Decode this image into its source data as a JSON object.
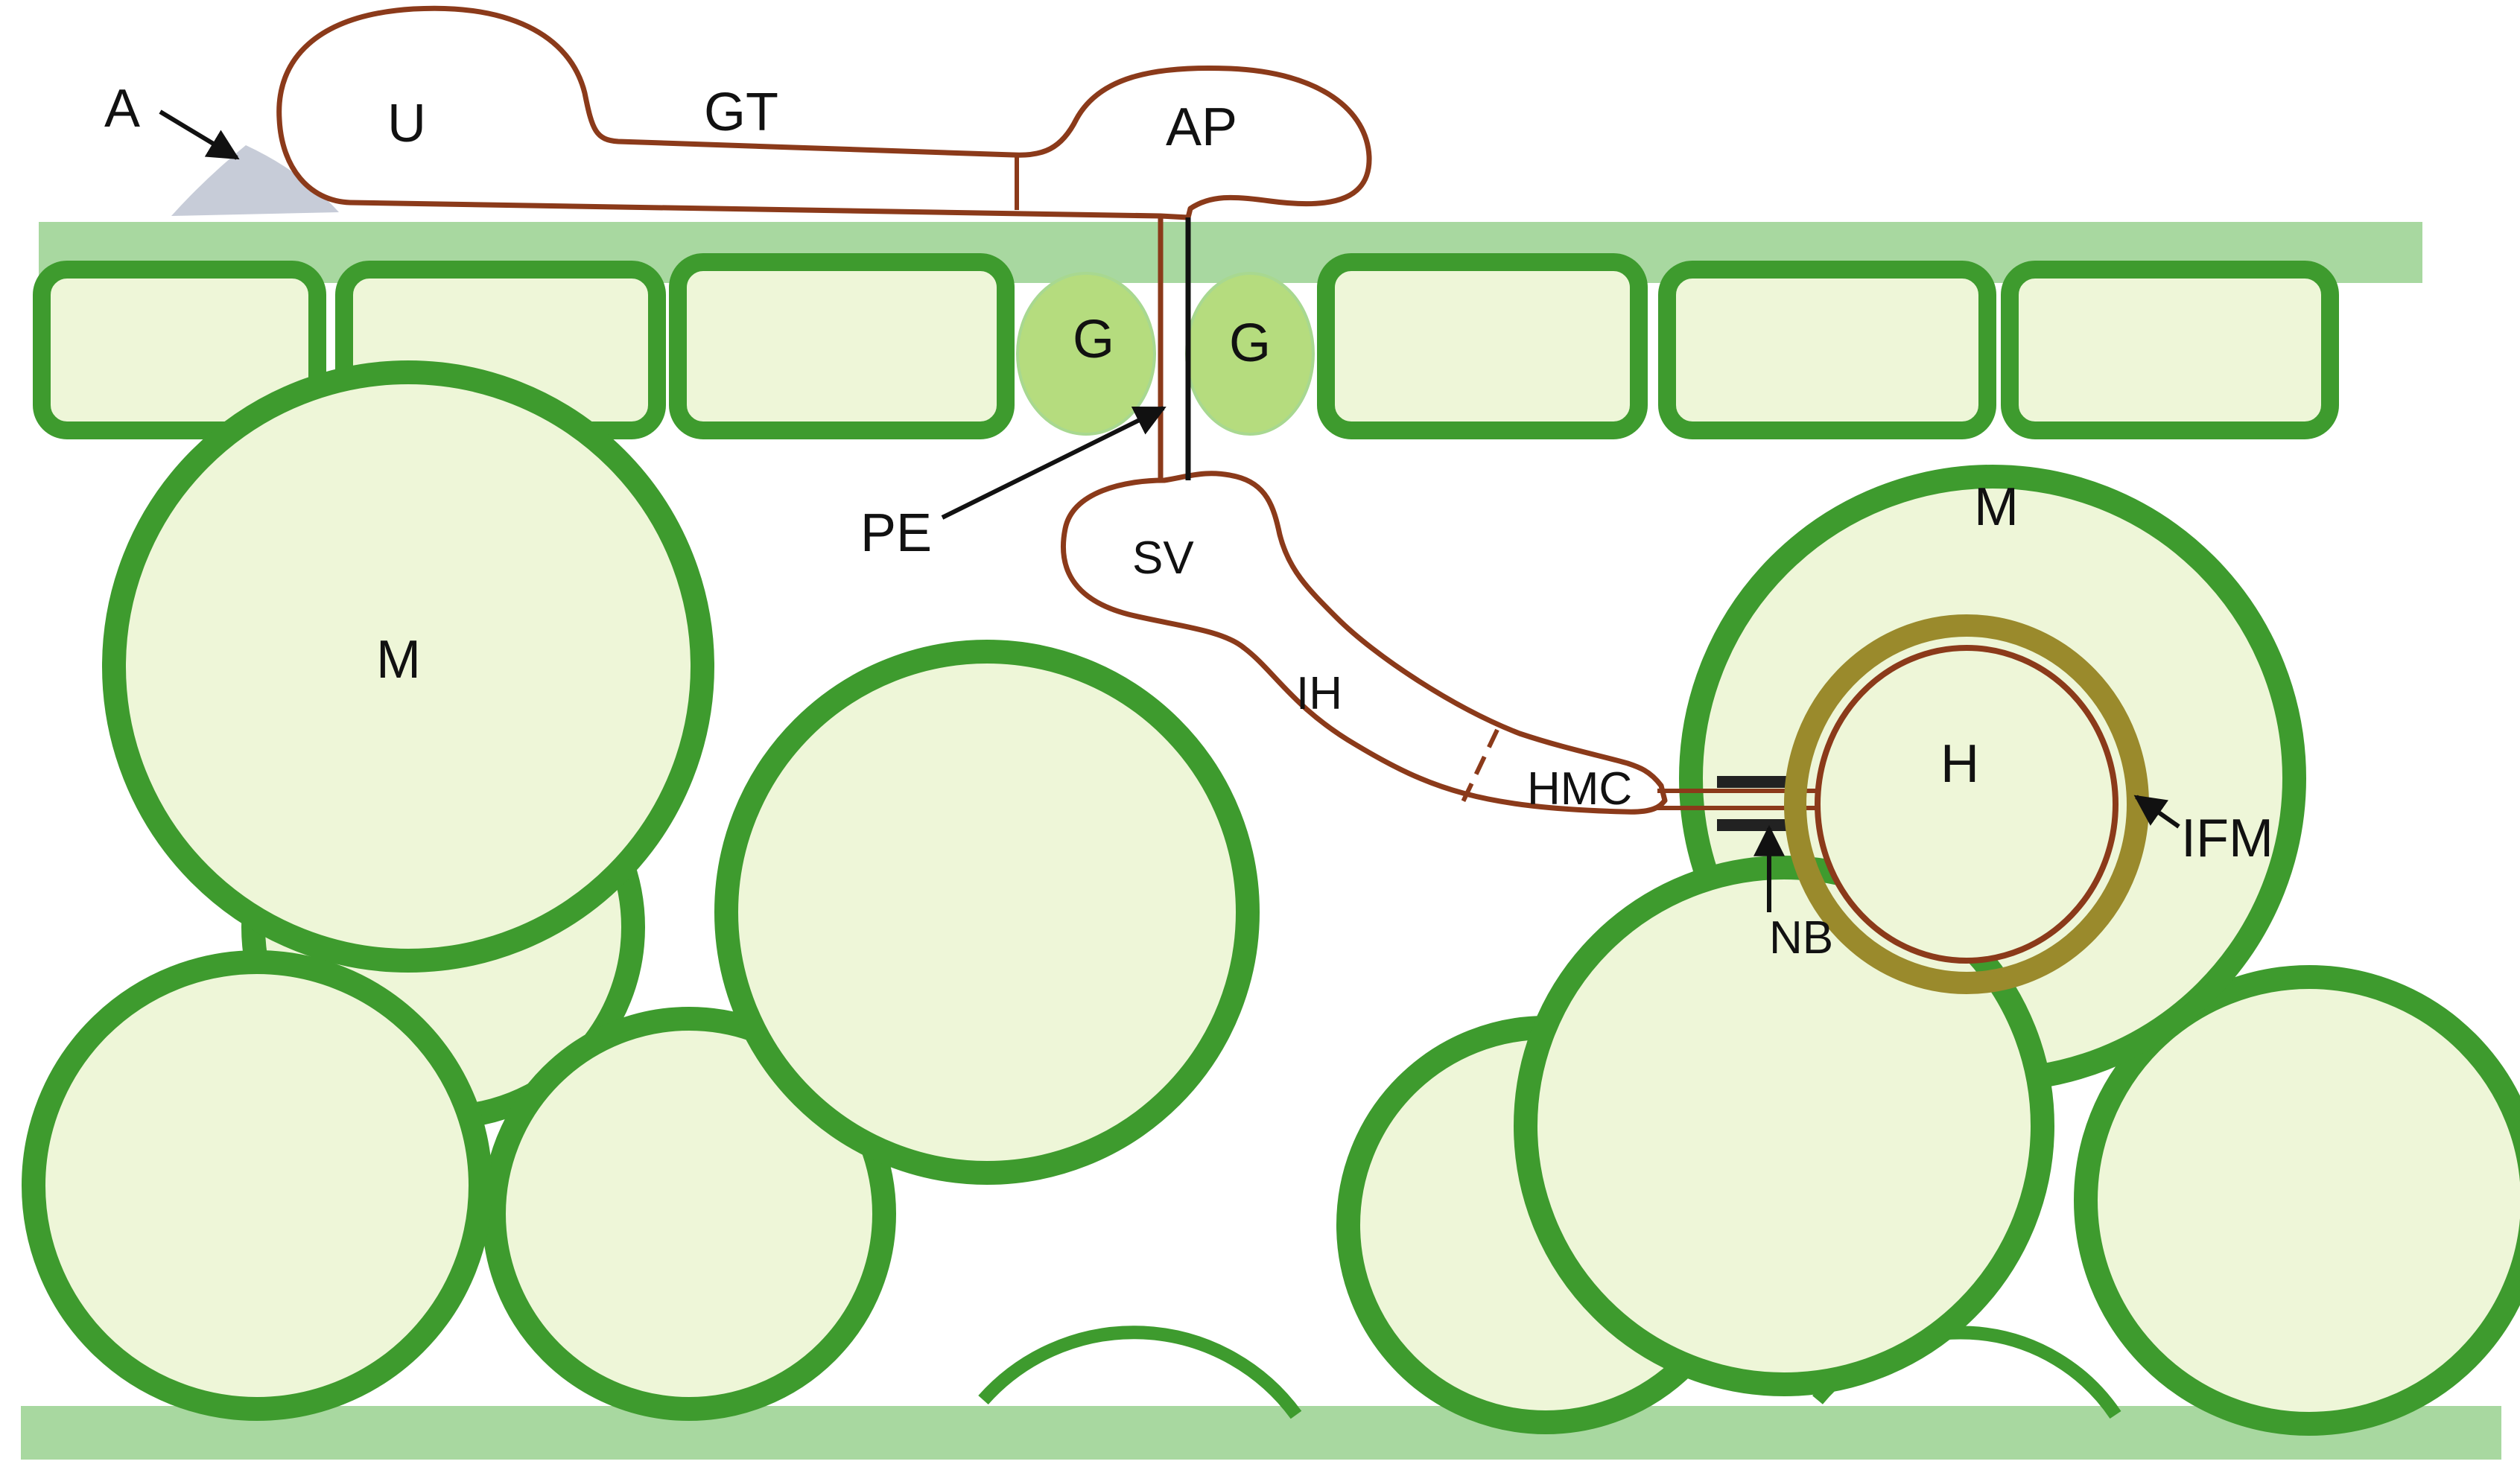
{
  "labels": {
    "appressorium_A": "A",
    "urediospore": "U",
    "germ_tube": "GT",
    "appressorium": "AP",
    "guard_cell_left": "G",
    "guard_cell_right": "G",
    "penetration_peg": "PE",
    "substomatal_vesicle": "SV",
    "infection_hypha": "IH",
    "haustorial_mother_cell": "HMC",
    "neck_band": "NB",
    "haustorium": "H",
    "mesophyll_left": "M",
    "mesophyll_right": "M",
    "infection_membrane": "IFM"
  },
  "colors": {
    "cell_wall": "#3e9b2e",
    "cell_fill": "#eef6d8",
    "cuticle": "#a8d8a0",
    "guard_cell": "#b5dc7e",
    "fungus": "#8b3a1a",
    "ifm": "#9a8a2c",
    "appressorium_grey": "#c7ccd8",
    "neck_band": "#222222"
  }
}
